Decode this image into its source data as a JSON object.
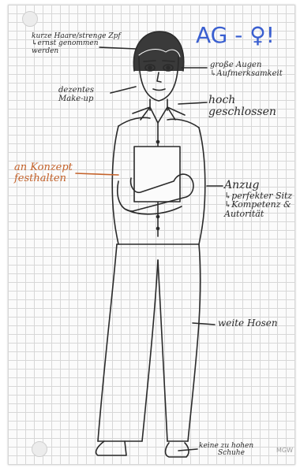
{
  "annotations": {
    "hair_line1": "kurze Haare/strenge Zpf",
    "hair_line2": "↳ernst genommen",
    "hair_line3": "werden",
    "title": "AG - ♀!",
    "eyes_line1": "große Augen",
    "eyes_line2": "↳Aufmerksamkeit",
    "makeup_line1": "dezentes",
    "makeup_line2": "Make-up",
    "collar_line1": "hoch",
    "collar_line2": "geschlossen",
    "concept_line1": "an Konzept",
    "concept_line2": "festhalten",
    "suit_line1": "Anzug",
    "suit_line2": "↳perfekter Sitz",
    "suit_line3": "↳Kompetenz &",
    "suit_line4": "Autorität",
    "pants": "weite Hosen",
    "shoes_line1": "keine zu hohen",
    "shoes_line2": "Schuhe",
    "watermark": "MGW"
  },
  "colors": {
    "ink": "#2a2a2a",
    "red_ink": "#c4622a",
    "blue_ink": "#3a5fd0",
    "grid": "#d7d7d7"
  }
}
